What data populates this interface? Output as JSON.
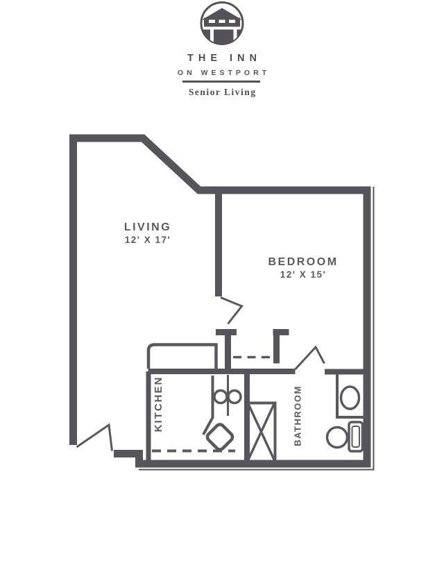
{
  "brand": {
    "logo_icon": "gazebo-icon",
    "name_line1": "THE INN",
    "name_line2": "ON WESTPORT",
    "tagline": "Senior Living"
  },
  "colors": {
    "background": "#ffffff",
    "wall": "#58545b",
    "room_label": "#5b5860",
    "brand_text": "#4f4b54"
  },
  "floor_plan": {
    "rooms": [
      {
        "name": "LIVING",
        "dimensions": "12' X 17'"
      },
      {
        "name": "BEDROOM",
        "dimensions": "12' X 15'"
      },
      {
        "name": "KITCHEN"
      },
      {
        "name": "BATHROOM"
      }
    ],
    "fixtures": [
      "entry-door-swing",
      "living-door-swing",
      "bedroom-door-swing",
      "closet-dashed-rod",
      "kitchen-counter",
      "burner-icon",
      "burner-icon",
      "corner-sink-icon",
      "upper-cabinet-dashed-line",
      "shower-x-box",
      "toilet-icon",
      "bathroom-sink-icon",
      "vanity-icon"
    ]
  }
}
